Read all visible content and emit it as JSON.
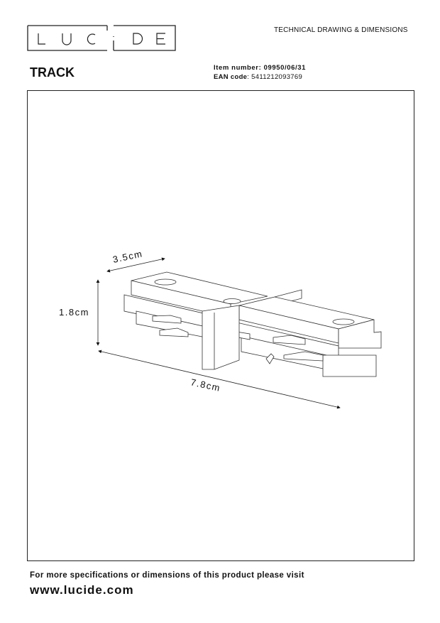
{
  "header": {
    "logo_text": "LUCIDE",
    "doc_type": "TECHNICAL DRAWING & DIMENSIONS",
    "product_title": "TRACK",
    "item_number_label": "Item number:",
    "item_number": "09950/06/31",
    "ean_label": "EAN code",
    "ean": "5411212093769"
  },
  "drawing": {
    "dimensions": {
      "depth": "3.5cm",
      "height": "1.8cm",
      "length": "7.8cm"
    }
  },
  "footer": {
    "note": "For more specifications or dimensions of this product please visit",
    "url": "www.lucide.com"
  }
}
